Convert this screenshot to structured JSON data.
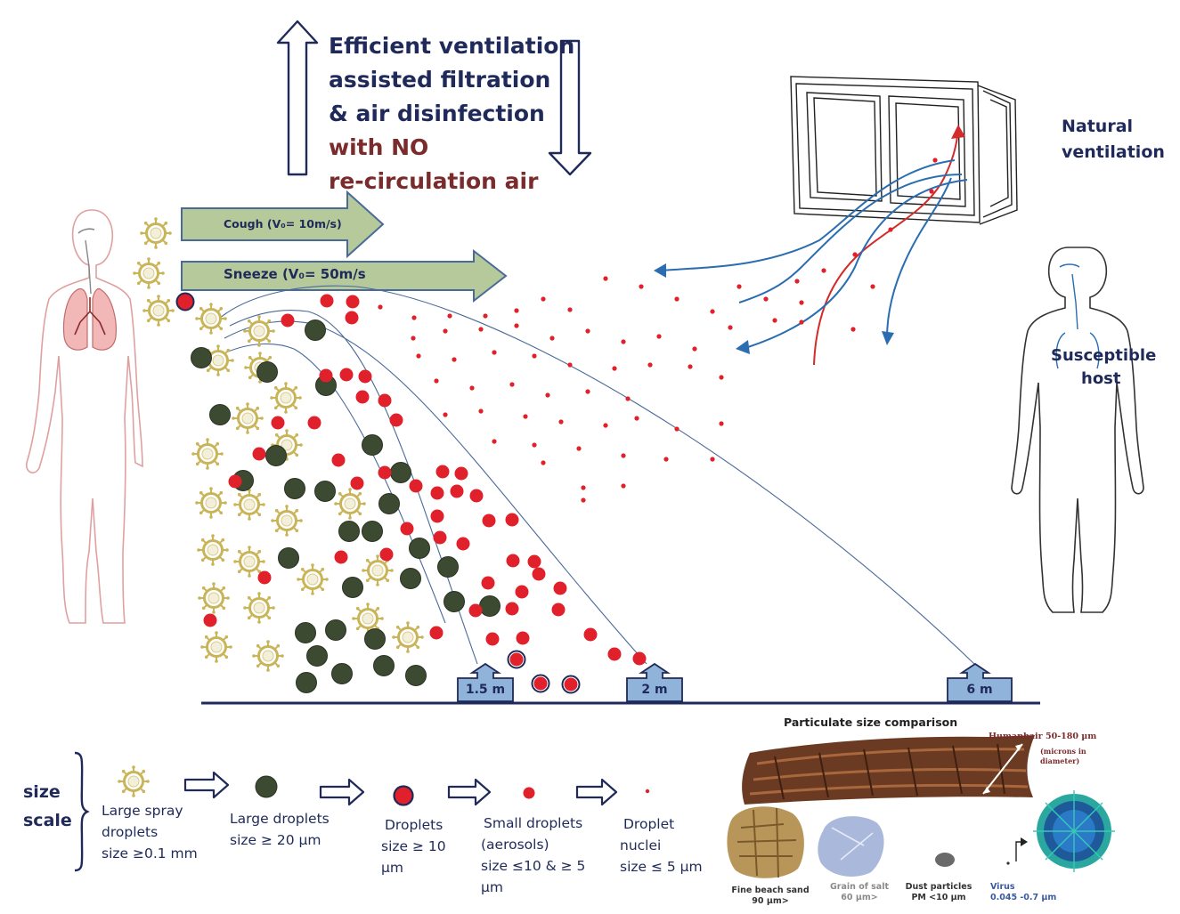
{
  "ventilation_text": {
    "line1": "Efficient  ventilation",
    "line2": "assisted filtration",
    "line3": "& air disinfection",
    "line4": "with NO",
    "line5": "re-circulation air"
  },
  "natural_ventilation": {
    "line1": "Natural",
    "line2": "ventilation"
  },
  "susceptible_host": {
    "line1": "Susceptible",
    "line2": "host"
  },
  "cough_label": "Cough (V₀= 10m/s)",
  "sneeze_label": "Sneeze (V₀= 50m/s",
  "distances": [
    "1.5 m",
    "2 m",
    "6 m"
  ],
  "size_scale": {
    "heading_line1": "size",
    "heading_line2": "scale",
    "items": [
      {
        "lines": [
          "Large spray",
          "droplets",
          "size  ≥0.1 mm"
        ]
      },
      {
        "lines": [
          "Large  droplets",
          "size  ≥ 20 µm"
        ]
      },
      {
        "lines": [
          "Droplets",
          "size  ≥ 10",
          "µm"
        ]
      },
      {
        "lines": [
          "Small droplets",
          "(aerosols)",
          "size ≤10 &  ≥ 5",
          "µm"
        ]
      },
      {
        "lines": [
          "Droplet",
          "nuclei",
          "size ≤ 5 µm"
        ]
      }
    ]
  },
  "particulate_comparison": {
    "title": "Particulate size comparison",
    "hair_line1": "Humanhair 50-180 µm",
    "hair_line2": "(microns in",
    "hair_line3": "diameter)",
    "sand_line1": "Fine beach sand",
    "sand_line2": "90 µm>",
    "salt_line1": "Grain of salt",
    "salt_line2": "60 µm>",
    "dust_line1": "Dust particles",
    "dust_line2": "PM  <10 µm",
    "virus_line1": "Virus",
    "virus_line2": "0.045 -0.7 µm"
  },
  "colors": {
    "navy": "#1f2a5a",
    "red_droplet": "#e0202a",
    "dark_droplet": "#3d4a32",
    "virus_gold": "#c9b458",
    "arrow_green": "#b5c99a",
    "box_blue": "#8fb3d9",
    "air_blue": "#2a6db0",
    "air_red": "#d42a2a"
  }
}
